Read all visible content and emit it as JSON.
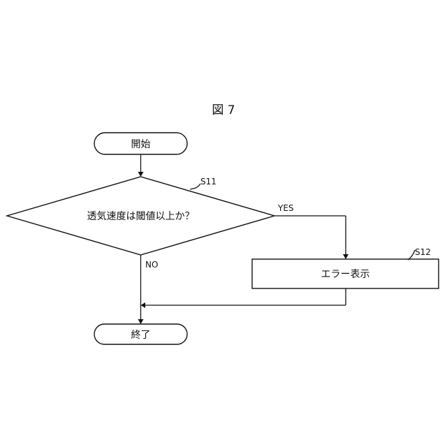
{
  "figure": {
    "title": "図 7"
  },
  "nodes": {
    "start": "開始",
    "decision": "透気速度は閾値以上か？",
    "process": "エラー表示",
    "end": "終了"
  },
  "references": {
    "decision": "S11",
    "process": "S12"
  },
  "branches": {
    "yes": "YES",
    "no": "NO"
  }
}
